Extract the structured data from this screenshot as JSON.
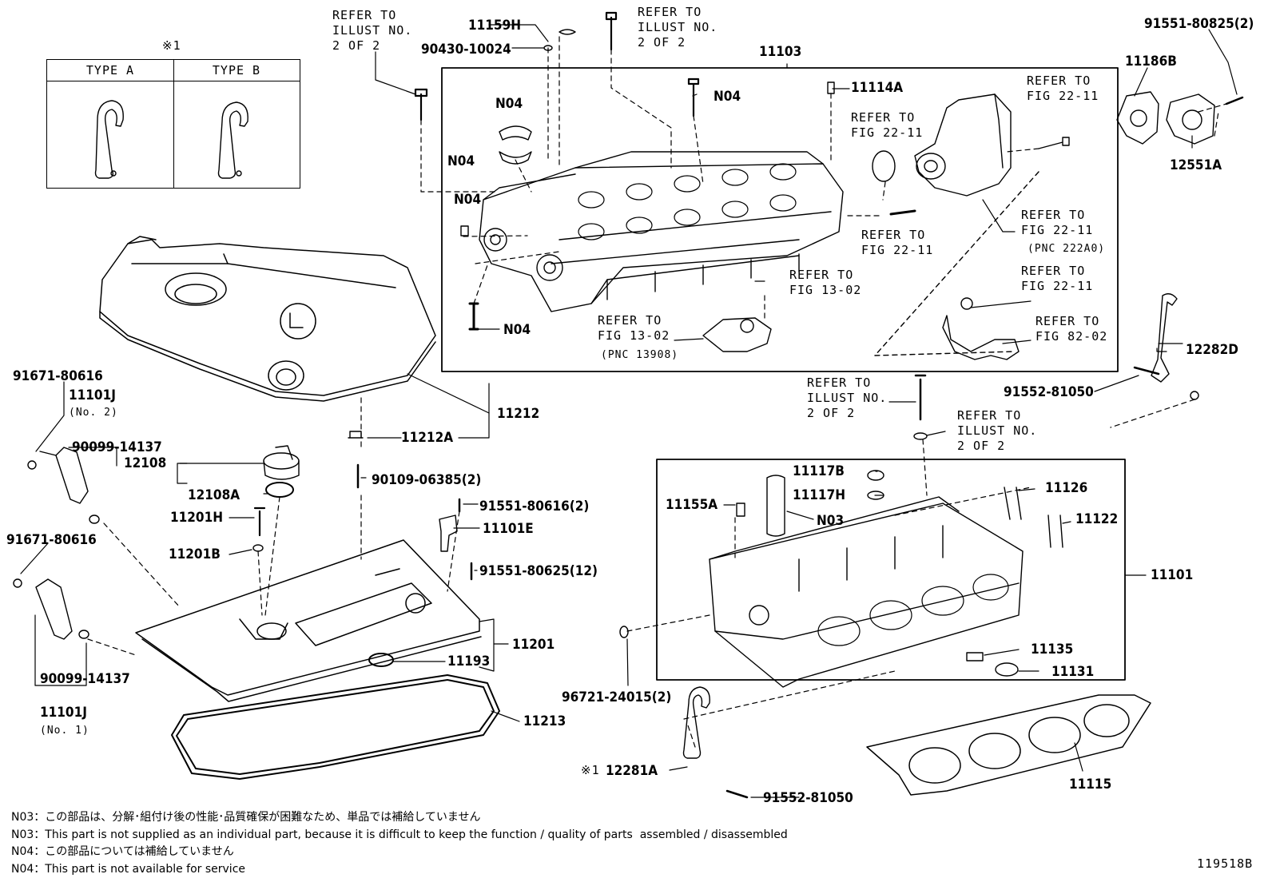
{
  "legend": {
    "marker": "※1",
    "types": [
      "TYPE A",
      "TYPE B"
    ]
  },
  "parts": {
    "p11103": "11103",
    "p11159H": "11159H",
    "p90430": "90430-10024",
    "p91551_80825": "91551-80825(2)",
    "p11186B": "11186B",
    "p12551A": "12551A",
    "p11114A": "11114A",
    "n04_a": "N04",
    "n04_b": "N04",
    "n04_c": "N04",
    "n04_d": "N04",
    "n04_e": "N04",
    "p11212": "11212",
    "p11212A": "11212A",
    "p90109": "90109-06385(2)",
    "p12108": "12108",
    "p12108A": "12108A",
    "p11201H": "11201H",
    "p11201B": "11201B",
    "p91551_80616": "91551-80616(2)",
    "p11101E": "11101E",
    "p91551_80625": "91551-80625(12)",
    "p11201": "11201",
    "p11193": "11193",
    "p11213": "11213",
    "p91671_a": "91671-80616",
    "p11101J_2": "11101J",
    "p11101J_2_sub": "(No. 2)",
    "p90099_a": "90099-14137",
    "p91671_b": "91671-80616",
    "p90099_b": "90099-14137",
    "p11101J_1": "11101J",
    "p11101J_1_sub": "(No. 1)",
    "p12282D": "12282D",
    "p91552_81050_a": "91552-81050",
    "p11117B": "11117B",
    "p11117H": "11117H",
    "p11155A": "11155A",
    "n03": "N03",
    "p11126": "11126",
    "p11122": "11122",
    "p11101": "11101",
    "p11135": "11135",
    "p11131": "11131",
    "p96721": "96721-24015(2)",
    "p12281A_mark": "※1",
    "p12281A": "12281A",
    "p91552_81050_b": "91552-81050",
    "p11115": "11115"
  },
  "refs": {
    "illust_a": "REFER TO\nILLUST NO.\n2 OF 2",
    "illust_b": "REFER TO\nILLUST NO.\n2 OF 2",
    "illust_c": "REFER TO\nILLUST NO.\n2 OF 2",
    "illust_d": "REFER TO\nILLUST NO.\n2 OF 2",
    "fig2211_a": "REFER TO\nFIG 22-11",
    "fig2211_b": "REFER TO\nFIG 22-11",
    "fig2211_c": "REFER TO\nFIG 22-11",
    "fig2211_d": "REFER TO\nFIG 22-11",
    "pnc222a0": "(PNC 222A0)",
    "fig2211_e": "REFER TO\nFIG 22-11",
    "fig8202": "REFER TO\nFIG 82-02",
    "fig1302_a": "REFER TO\nFIG 13-02",
    "fig1302_b": "REFER TO\nFIG 13-02",
    "pnc13908": "(PNC 13908)"
  },
  "notes": [
    "N03：この部品は、分解･組付け後の性能･品質確保が困難なため、単品では補給していません",
    "N03：This part is not supplied as an individual part, because it is difficult to keep the function / quality of parts  assembled / disassembled",
    "N04：この部品については補給していません",
    "N04：This part is not available for service"
  ],
  "figure_id": "119518B"
}
